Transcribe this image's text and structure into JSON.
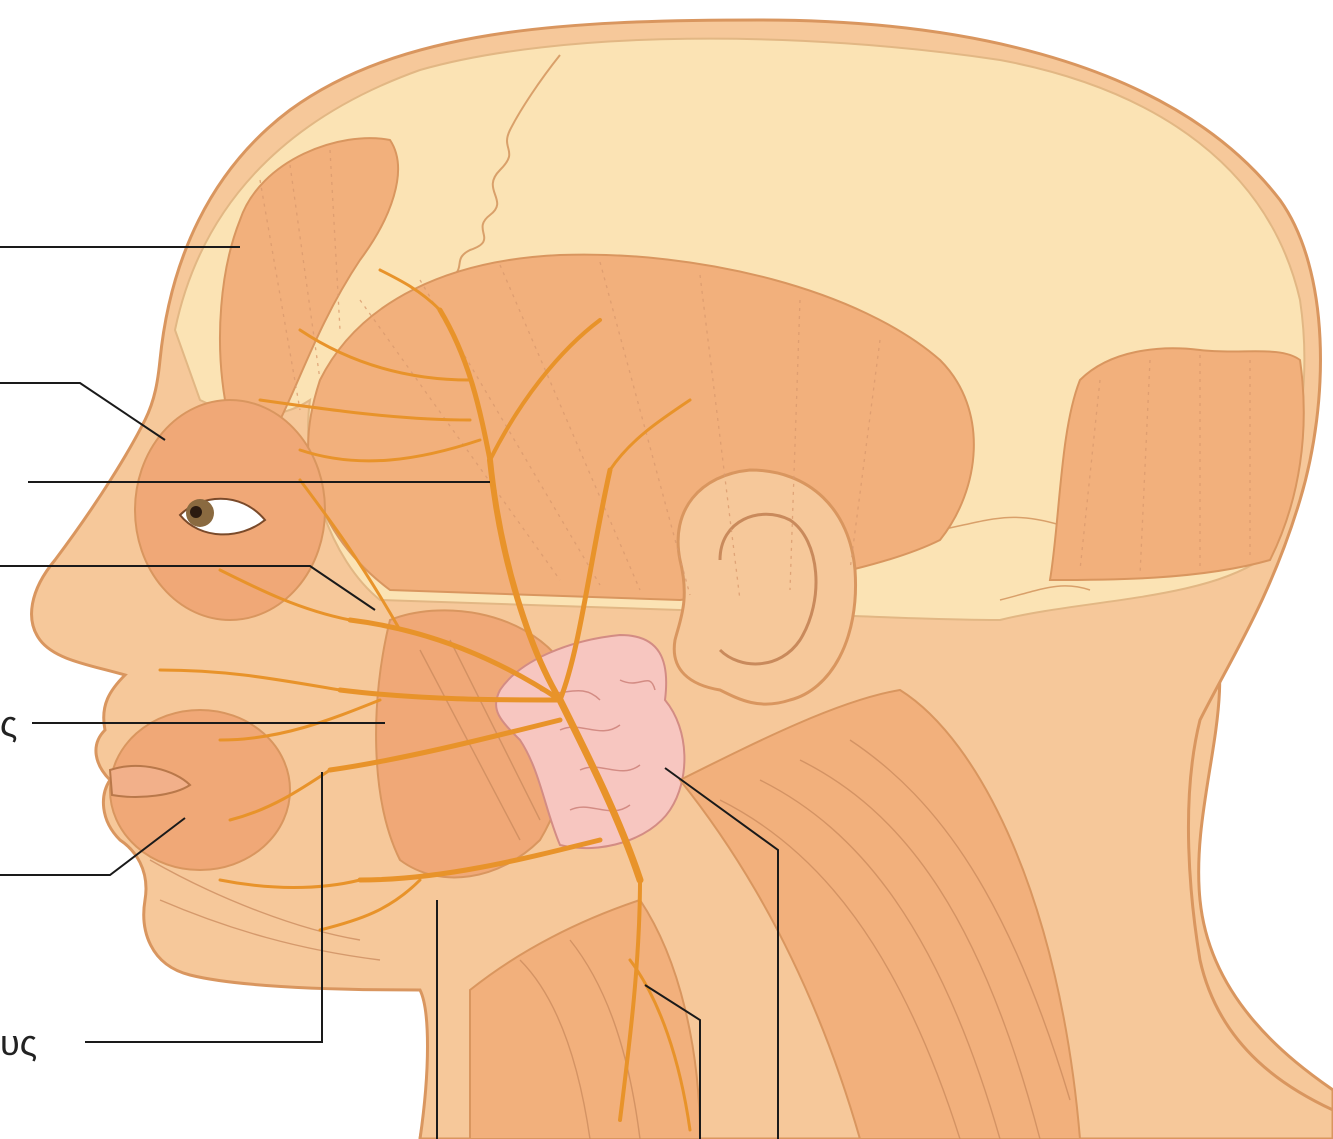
{
  "diagram": {
    "colors": {
      "skin": "#f6c89a",
      "skin_outline": "#d9965f",
      "skull": "#fbe3b4",
      "muscle": "#f2b07c",
      "nerve": "#e8932a",
      "gland": "#f7c6c0",
      "leader": "#1a1a1a"
    },
    "labels": [
      {
        "id": "label-3",
        "text": "ς"
      },
      {
        "id": "label-7",
        "text": "υς"
      }
    ]
  }
}
